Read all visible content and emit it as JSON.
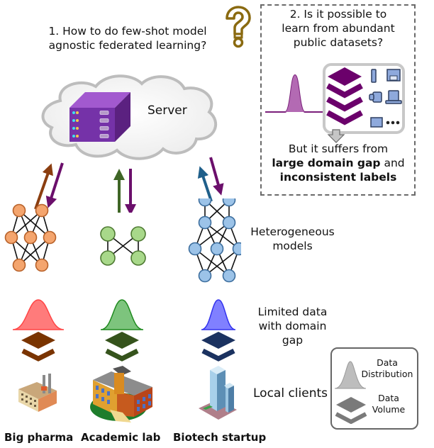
{
  "question_1": {
    "line1": "1. How to do few-shot model",
    "line2": "agnostic federated learning?"
  },
  "server": {
    "label": "Server"
  },
  "question_2": {
    "line1": "2. Is it possible to",
    "line2": "learn from abundant",
    "line3": "public datasets?",
    "result_line1": "But it suffers from",
    "result_bold1": "large domain gap",
    "result_and": " and",
    "result_bold2": "inconsistent labels"
  },
  "side_labels": {
    "models_line1": "Heterogeneous",
    "models_line2": "models",
    "data_line1": "Limited data",
    "data_line2": "with domain",
    "data_line3": "gap",
    "clients": "Local clients"
  },
  "clients": [
    {
      "name": "Big pharma",
      "upload_color": "#8B3E10",
      "dist_color": "#ff7b7b",
      "dist_stroke": "#ff4444",
      "volume_color": "#7a3400",
      "node_fill": "#f4a56e",
      "node_stroke": "#b8622a"
    },
    {
      "name": "Academic lab",
      "upload_color": "#3f6626",
      "dist_color": "#7dc47d",
      "dist_stroke": "#1f8a1f",
      "volume_color": "#35531c",
      "node_fill": "#a8d88a",
      "node_stroke": "#4e7a32"
    },
    {
      "name": "Biotech startup",
      "upload_color": "#1f5f8a",
      "dist_color": "#8080ff",
      "dist_stroke": "#3333ee",
      "volume_color": "#1b3260",
      "node_fill": "#9cc3e8",
      "node_stroke": "#3d6e9e"
    }
  ],
  "download_color": "#6b0f6b",
  "public_dist_color": "#b36ab3",
  "legend": {
    "dist_line1": "Data",
    "dist_line2": "Distribution",
    "vol_line1": "Data",
    "vol_line2": "Volume"
  },
  "icons": {
    "question": "question-mark-icon",
    "server": "server-rack-icon",
    "cloud": "cloud-icon",
    "arrow_down": "down-arrow-icon",
    "ellipsis": "ellipsis-icon"
  }
}
